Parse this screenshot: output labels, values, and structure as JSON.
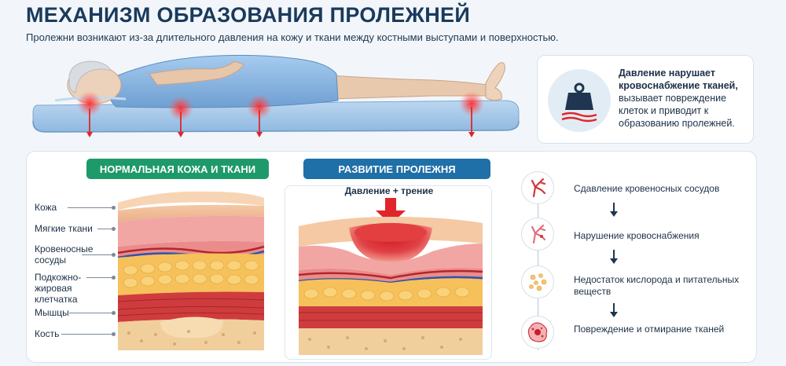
{
  "header": {
    "title": "МЕХАНИЗМ ОБРАЗОВАНИЯ ПРОЛЕЖНЕЙ",
    "subtitle": "Пролежни возникают из-за длительного давления на кожу и ткани между костными выступами и поверхностью."
  },
  "info": {
    "icon": "weight-pressure-icon",
    "bold": "Давление нарушает кровоснабжение тканей,",
    "text": "вызывает повреждение клеток и приводит к образованию пролежней."
  },
  "normal": {
    "title": "НОРМАЛЬНАЯ КОЖА И ТКАНИ",
    "layers": [
      "Кожа",
      "Мягкие ткани",
      "Кровеносные сосуды",
      "Подкожно-жировая клетчатка",
      "Мышцы",
      "Кость"
    ]
  },
  "development": {
    "title": "РАЗВИТИЕ ПРОЛЕЖНЯ",
    "pressure_label": "Давление + трение"
  },
  "steps": [
    {
      "icon": "blood-vessel-icon",
      "text": "Сдавление кровеносных сосудов"
    },
    {
      "icon": "blood-vessel-damaged-icon",
      "text": "Нарушение кровоснабжения"
    },
    {
      "icon": "oxygen-cells-icon",
      "text": "Недостаток кислорода и питательных веществ"
    },
    {
      "icon": "damaged-cell-icon",
      "text": "Повреждение и отмирание тканей"
    }
  ],
  "colors": {
    "title": "#1a3a5c",
    "green_pill": "#1e9a6a",
    "blue_pill": "#1f6fa8",
    "pressure_red": "#e0262a",
    "mattress": "#8fb8e0",
    "gown": "#7aaee0"
  }
}
